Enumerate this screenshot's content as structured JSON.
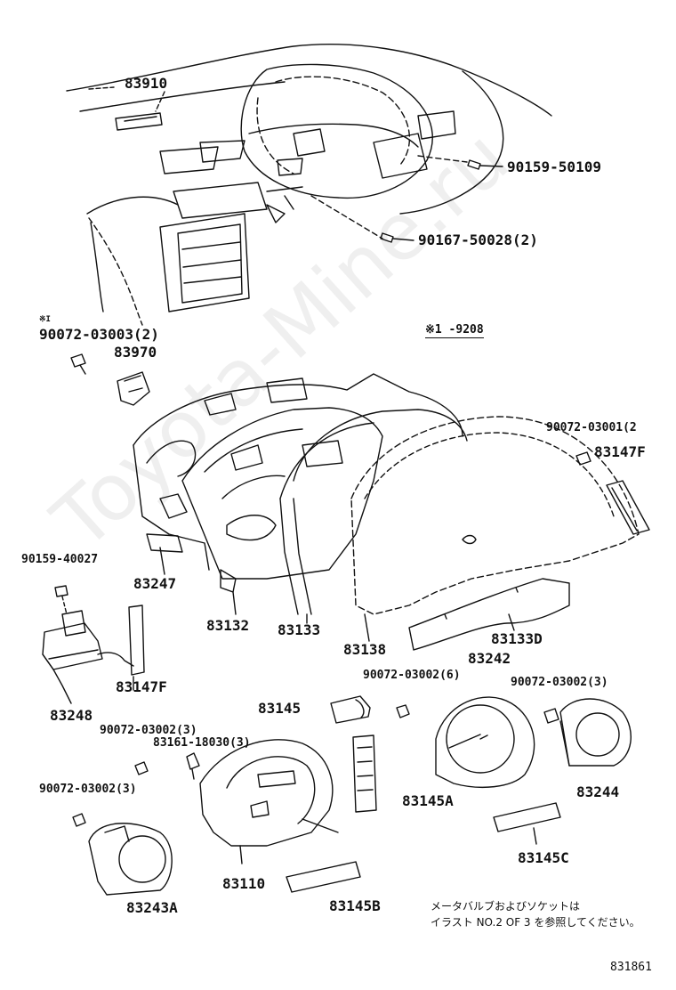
{
  "watermark": "Toyota-Mine.ru",
  "labels": {
    "p83910": "83910",
    "p90159_50109": "90159-50109",
    "p90167_50028": "90167-50028(2)",
    "ref_mark": "※I",
    "p90072_03003": "90072-03003(2)",
    "p83970": "83970",
    "range_note": "※1    -9208",
    "p90072_03001": "90072-03001(2",
    "p83147F_a": "83147F",
    "p90159_40027": "90159-40027",
    "p83247": "83247",
    "p83132": "83132",
    "p83133": "83133",
    "p83138": "83138",
    "p83133D": "83133D",
    "p83242": "83242",
    "p83248": "83248",
    "p83147F_b": "83147F",
    "p90072_03002_6": "90072-03002(6)",
    "p90072_03002_3a": "90072-03002(3)",
    "p83145": "83145",
    "p83244": "83244",
    "p90072_03002_3b": "90072-03002(3)",
    "p83161_18030": "83161-18030(3)",
    "p90072_03002_3c": "90072-03002(3)",
    "p83145A": "83145A",
    "p83110": "83110",
    "p83243A": "83243A",
    "p83145B": "83145B",
    "p83145C": "83145C",
    "note_line1": "メータバルブおよびソケットは",
    "note_line2": "イラスト NO.2 OF 3 を参照してください。",
    "figure_id": "831861"
  },
  "colors": {
    "ink": "#111111",
    "paper": "#ffffff"
  }
}
